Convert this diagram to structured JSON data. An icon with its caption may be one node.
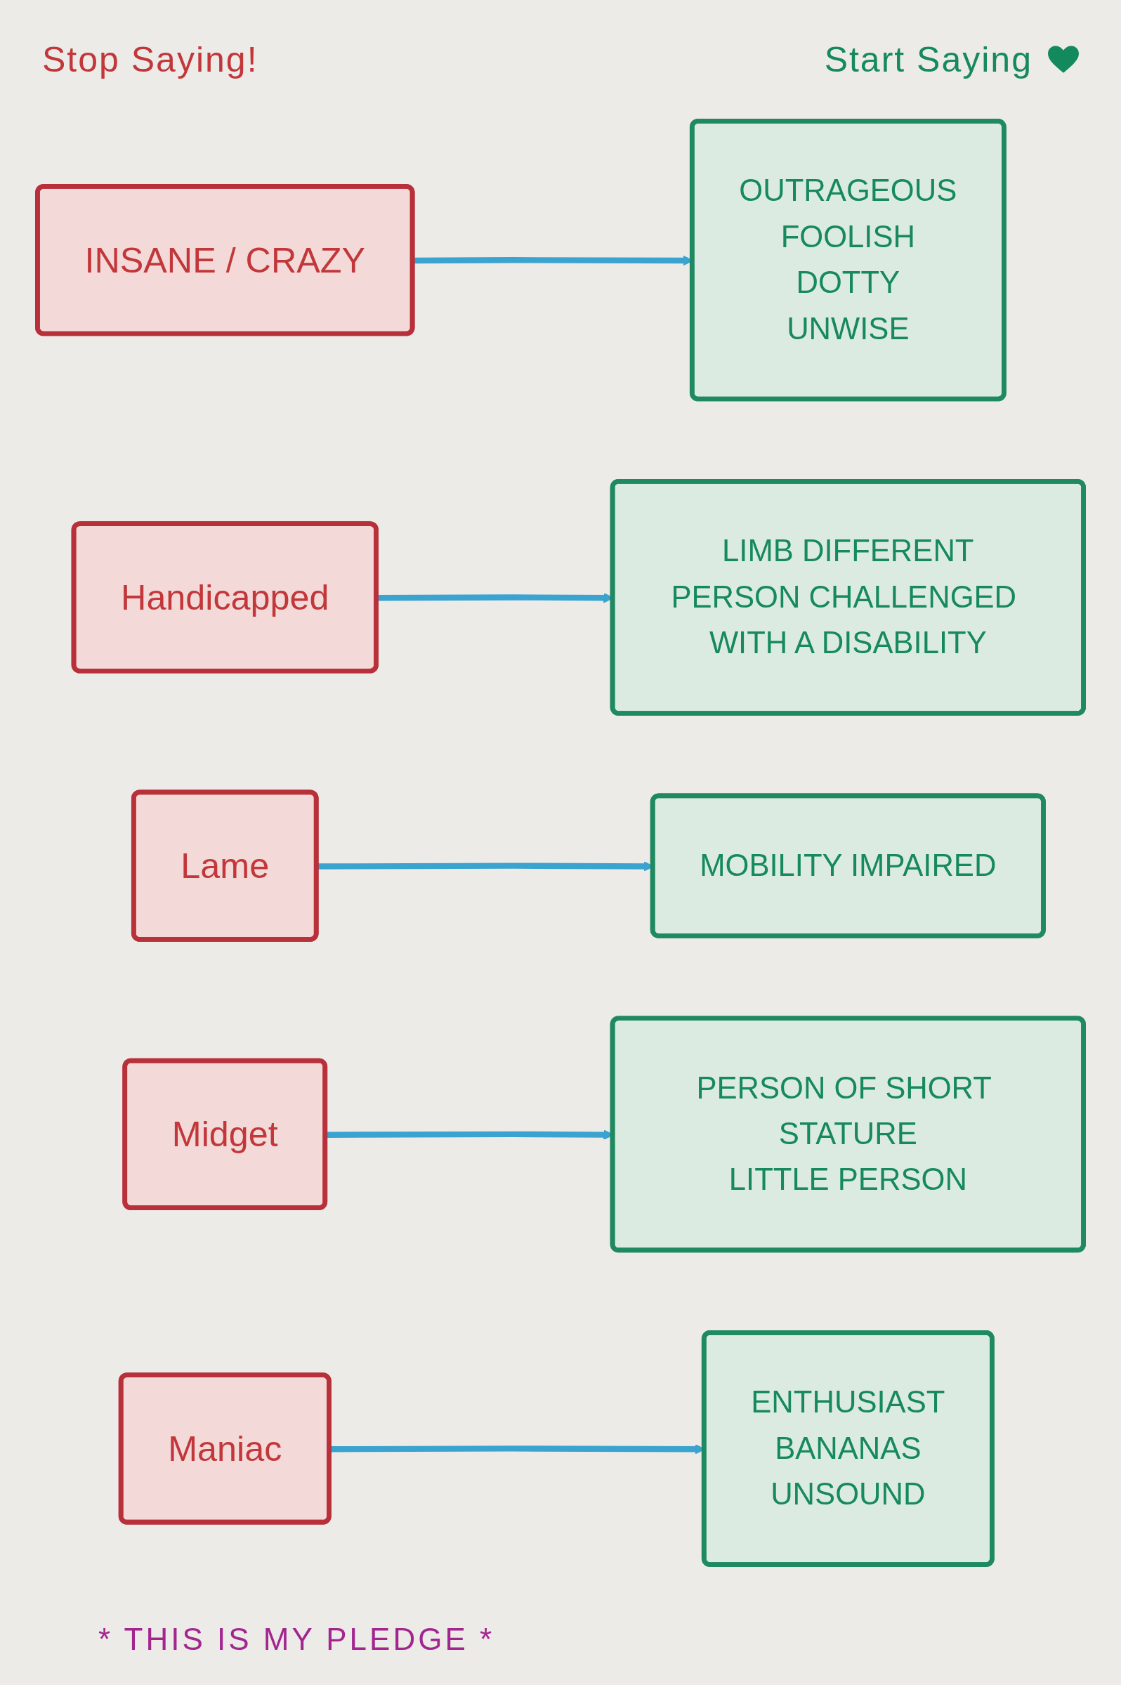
{
  "diagram": {
    "caption": "* THIS IS MY PLEDGE *",
    "nodes": [
      {
        "text": [
          "INSANE / CRAZY"
        ]
      },
      {
        "text": [
          "OUTRAGEOUS",
          "FOOLISH",
          "DOTTY",
          "UNWISE"
        ]
      },
      {
        "text": [
          "Handicapped"
        ]
      },
      {
        "text": [
          "LIMB DIFFERENT",
          "PERSON CHALLENGED WITH A DISABILITY"
        ]
      },
      {
        "text": [
          "Lame"
        ]
      },
      {
        "text": [
          "MOBILITY IMPAIRED"
        ]
      },
      {
        "text": [
          "Midget"
        ]
      },
      {
        "text": [
          "PERSON OF SHORT STATURE",
          "LITTLE PERSON"
        ]
      },
      {
        "text": [
          "Maniac"
        ]
      },
      {
        "text": [
          "ENTHUSIAST",
          "BANANAS",
          "UNSOUND"
        ]
      }
    ],
    "edges": [
      {
        "from": 0,
        "to": 1,
        "arrow": "to"
      },
      {
        "from": 2,
        "to": 3,
        "arrow": "to"
      },
      {
        "from": 4,
        "to": 5,
        "arrow": "to"
      },
      {
        "from": 6,
        "to": 7,
        "arrow": "to"
      },
      {
        "from": 8,
        "to": 9,
        "arrow": "to"
      }
    ],
    "labels": [
      "Stop Saying!",
      "Start Saying"
    ]
  }
}
